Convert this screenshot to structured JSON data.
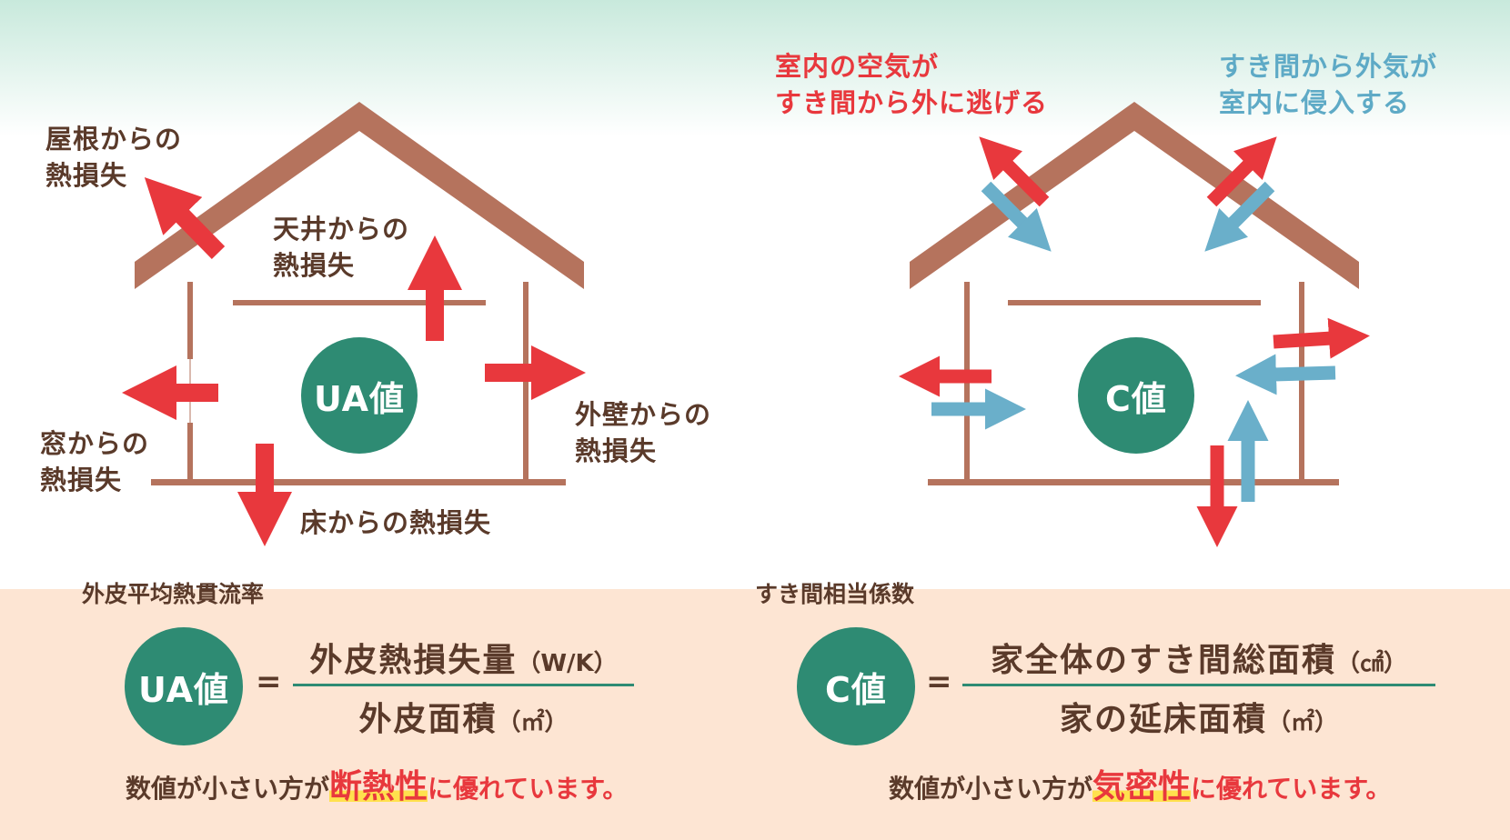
{
  "left_diagram": {
    "center_label": "UA値",
    "labels": {
      "roof": [
        "屋根からの",
        "熱損失"
      ],
      "ceiling": [
        "天井からの",
        "熱損失"
      ],
      "wall": [
        "外壁からの",
        "熱損失"
      ],
      "window": [
        "窓からの",
        "熱損失"
      ],
      "floor": "床からの熱損失"
    }
  },
  "right_diagram": {
    "center_label": "C値",
    "labels": {
      "air_escape": [
        "室内の空気が",
        "すき間から外に逃げる"
      ],
      "air_intrude": [
        "すき間から外気が",
        "室内に侵入する"
      ]
    }
  },
  "formula_left": {
    "title": "外皮平均熱貫流率",
    "symbol": "UA値",
    "equals": "=",
    "numerator": "外皮熱損失量",
    "numerator_unit": "（W/K）",
    "denominator": "外皮面積",
    "denominator_unit": "（㎡）",
    "note_prefix": "数値が小さい方が",
    "note_highlight": "断熱性",
    "note_suffix": "に優れています。"
  },
  "formula_right": {
    "title": "すき間相当係数",
    "symbol": "C値",
    "equals": "=",
    "numerator": "家全体のすき間総面積",
    "numerator_unit": "（㎠）",
    "denominator": "家の延床面積",
    "denominator_unit": "（㎡）",
    "note_prefix": "数値が小さい方が",
    "note_highlight": "気密性",
    "note_suffix": "に優れています。"
  },
  "colors": {
    "house": "#b5735d",
    "heat_arrow": "#e8383d",
    "air_arrow": "#6aafca",
    "circle": "#2e8b73",
    "band": "#fde5d3"
  }
}
